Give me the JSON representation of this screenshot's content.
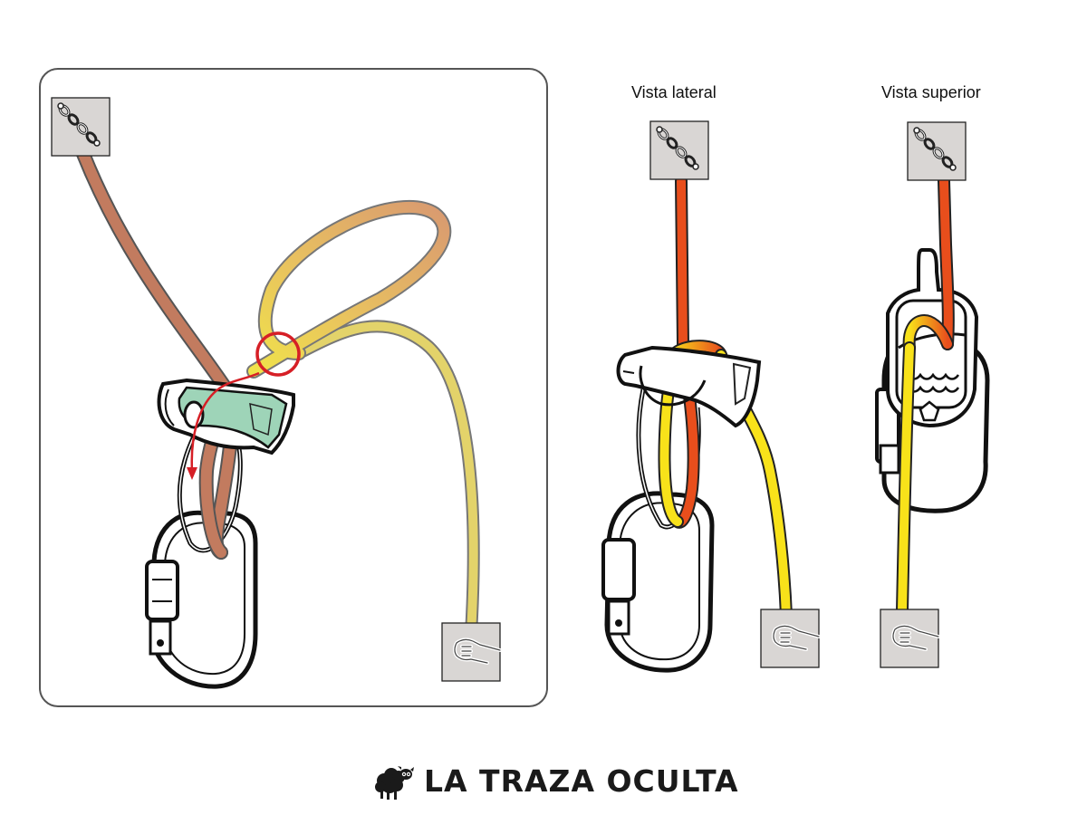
{
  "views": {
    "lateral_label": "Vista lateral",
    "superior_label": "Vista superior"
  },
  "brand": {
    "name": "LA TRAZA OCULTA",
    "logo_icon": "sheep-icon"
  },
  "icons": {
    "anchor": "anchor-chain-icon",
    "hand": "hand-grip-icon"
  },
  "colors": {
    "rope_anchor_side_muted": "#c27b5f",
    "rope_hand_side_muted": "#e3d36a",
    "rope_anchor_side": "#e84e1c",
    "rope_hand_side": "#f8e21a",
    "highlight": "#d61f26",
    "device_insert": "#9ed4b8",
    "icon_box": "#d9d6d4",
    "panel_border": "#555555"
  }
}
